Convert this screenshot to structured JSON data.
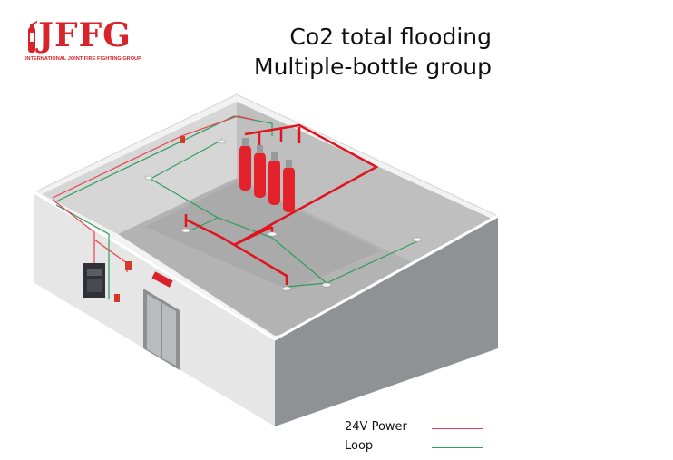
{
  "brand": {
    "name": "JFFG",
    "tagline": "INTERNATIONAL JOINT FIRE FIGHTING GROUP",
    "color": "#d8232a"
  },
  "title": {
    "line1": "Co2 total flooding",
    "line2": "Multiple-bottle group"
  },
  "legend": [
    {
      "label": "24V Power",
      "color": "#e8414b"
    },
    {
      "label": "Loop",
      "color": "#2e9e5e"
    }
  ],
  "colors": {
    "wall_front": "#e6e6e6",
    "wall_side": "#8f9195",
    "floor": "#c9c9c9",
    "pipe": "#e0141e",
    "cylinder": "#e4222b",
    "power_wire": "#e8414b",
    "loop_wire": "#2e9e5e"
  }
}
